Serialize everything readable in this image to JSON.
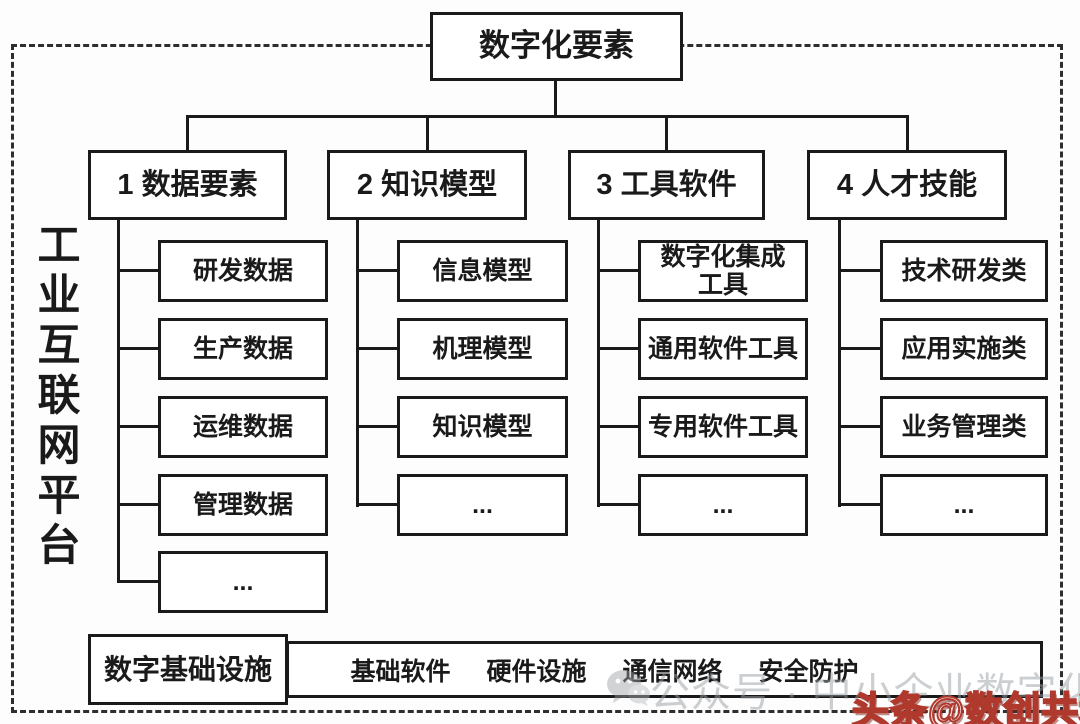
{
  "root_label": "数字化要素",
  "platform_label": "工业互联网平台",
  "columns": [
    {
      "header": "1 数据要素",
      "children": [
        "研发数据",
        "生产数据",
        "运维数据",
        "管理数据",
        "..."
      ]
    },
    {
      "header": "2 知识模型",
      "children": [
        "信息模型",
        "机理模型",
        "知识模型",
        "..."
      ]
    },
    {
      "header": "3 工具软件",
      "children": [
        "数字化集成\n工具",
        "通用软件工具",
        "专用软件工具",
        "..."
      ]
    },
    {
      "header": "4 人才技能",
      "children": [
        "技术研发类",
        "应用实施类",
        "业务管理类",
        "..."
      ]
    }
  ],
  "foundation": {
    "label": "数字基础设施",
    "items": [
      "基础软件",
      "硬件设施",
      "通信网络",
      "安全防护"
    ]
  },
  "watermarks": {
    "gray_text": "公众号 · 中小企业数字化转型",
    "red_text": "头条@数创共和"
  },
  "colors": {
    "line": "#1a1a1a",
    "box_background": "#ffffff",
    "dashed_border": "#2e2e2e",
    "red_watermark": "#b0392e",
    "gray_watermark": "#9aa0a4"
  }
}
